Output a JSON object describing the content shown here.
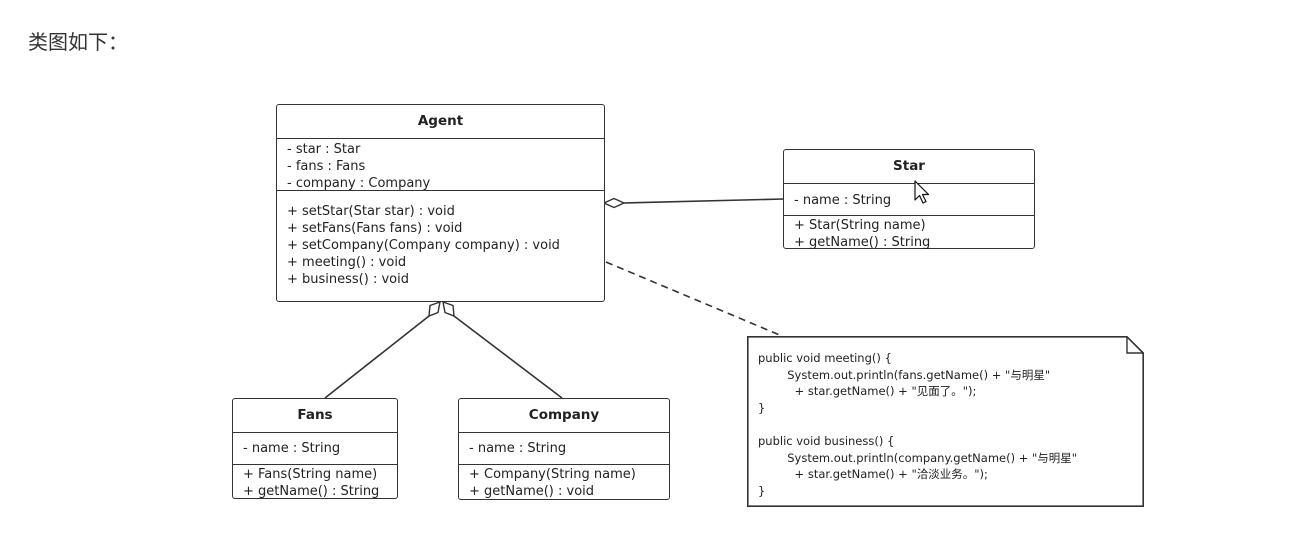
{
  "heading": "类图如下：",
  "classes": {
    "agent": {
      "name": "Agent",
      "attributes": [
        "- star : Star",
        "- fans : Fans",
        "- company : Company"
      ],
      "operations": [
        "+ setStar(Star star) : void",
        "+ setFans(Fans fans) : void",
        "+ setCompany(Company company) : void",
        "+ meeting() : void",
        "+ business() : void"
      ]
    },
    "star": {
      "name": "Star",
      "attributes": [
        "- name : String"
      ],
      "operations": [
        "+ Star(String name)",
        "+ getName() : String"
      ]
    },
    "fans": {
      "name": "Fans",
      "attributes": [
        "- name : String"
      ],
      "operations": [
        "+ Fans(String name)",
        "+ getName() : String"
      ]
    },
    "company": {
      "name": "Company",
      "attributes": [
        "- name : String"
      ],
      "operations": [
        "+ Company(String name)",
        "+ getName() : void"
      ]
    }
  },
  "note": {
    "lines": [
      "public void meeting() {",
      "        System.out.println(fans.getName() + \"与明星\"",
      "          + star.getName() + \"见面了。\");",
      "}",
      "",
      "public void business() {",
      "        System.out.println(company.getName() + \"与明星\"",
      "          + star.getName() + \"洽淡业务。\");",
      "}"
    ]
  },
  "colors": {
    "line": "#333333",
    "background": "#ffffff"
  }
}
